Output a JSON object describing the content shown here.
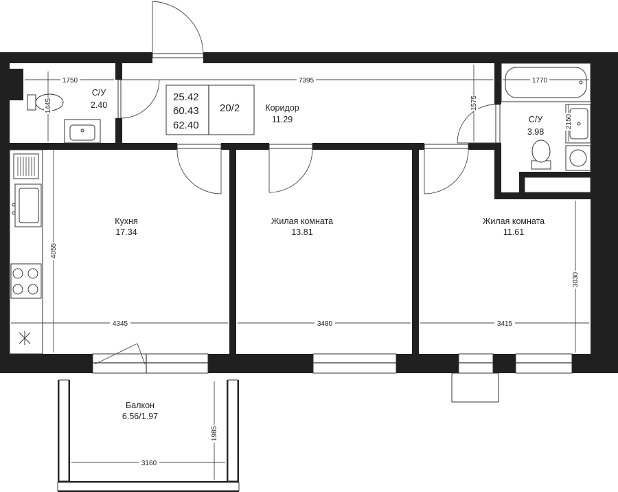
{
  "rooms": {
    "wc1": {
      "name": "С/У",
      "area": "2.40"
    },
    "corridor": {
      "name": "Коридор",
      "area": "11.29"
    },
    "wc2": {
      "name": "С/У",
      "area": "3.98"
    },
    "kitchen": {
      "name": "Кухня",
      "area": "17.34"
    },
    "living1": {
      "name": "Жилая комната",
      "area": "13.81"
    },
    "living2": {
      "name": "Жилая комната",
      "area": "11.61"
    },
    "balcony": {
      "name": "Балкон",
      "area": "6.56/1.97"
    }
  },
  "summary": {
    "living_area": "25.42",
    "total_area": "60.43",
    "total_with_balcony": "62.40",
    "apartment_number": "20/2"
  },
  "dimensions": {
    "wc1_width": "1750",
    "wc1_depth": "1445",
    "corridor_length": "7395",
    "corridor_depth": "1575",
    "wc2_width": "1770",
    "wc2_depth": "2150",
    "kitchen_depth": "4055",
    "kitchen_width": "4345",
    "living1_width": "3480",
    "living2_width": "3415",
    "living2_depth": "3030",
    "balcony_width": "3160",
    "balcony_depth": "1985"
  },
  "icons": {
    "sink": "sink-icon",
    "toilet": "toilet-icon",
    "bathtub": "bathtub-icon",
    "stove": "stove-icon",
    "washing_machine": "washing-machine-icon",
    "vent": "vent-icon"
  }
}
